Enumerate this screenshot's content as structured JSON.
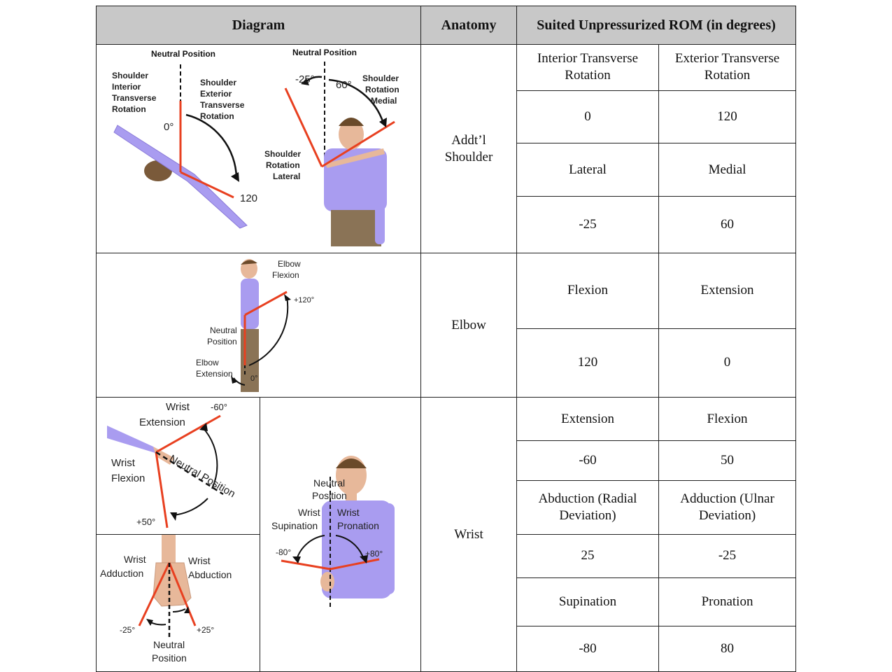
{
  "headers": {
    "diagram": "Diagram",
    "anatomy": "Anatomy",
    "rom": "Suited Unpressurized ROM (in degrees)"
  },
  "shoulder": {
    "anatomy": "Addt’l Shoulder",
    "rows": [
      [
        "Interior Transverse Rotation",
        "Exterior Transverse Rotation"
      ],
      [
        "0",
        "120"
      ],
      [
        "Lateral",
        "Medial"
      ],
      [
        "-25",
        "60"
      ]
    ],
    "diagram_left": {
      "neutral": "Neutral Position",
      "interior": [
        "Shoulder",
        "Interior",
        "Transverse",
        "Rotation"
      ],
      "exterior": [
        "Shoulder",
        "Exterior",
        "Transverse",
        "Rotation"
      ],
      "zero": "0°",
      "max": "120"
    },
    "diagram_right": {
      "neutral": "Neutral Position",
      "minus": "-25°",
      "plus": "60°",
      "medial": [
        "Shoulder",
        "Rotation",
        "Medial"
      ],
      "lateral": [
        "Shoulder",
        "Rotation",
        "Lateral"
      ]
    }
  },
  "elbow": {
    "anatomy": "Elbow",
    "rows": [
      [
        "Flexion",
        "Extension"
      ],
      [
        "120",
        "0"
      ]
    ],
    "diagram": {
      "flexion": [
        "Elbow",
        "Flexion"
      ],
      "plus": "+120°",
      "neutral": [
        "Neutral",
        "Position"
      ],
      "extension": [
        "Elbow",
        "Extension"
      ],
      "zero": "0°"
    }
  },
  "wrist": {
    "anatomy": "Wrist",
    "rows": [
      [
        "Extension",
        "Flexion"
      ],
      [
        "-60",
        "50"
      ],
      [
        "Abduction (Radial Deviation)",
        "Adduction (Ulnar Deviation)"
      ],
      [
        "25",
        "-25"
      ],
      [
        "Supination",
        "Pronation"
      ],
      [
        "-80",
        "80"
      ]
    ],
    "diagram_top": {
      "extension": [
        "Wrist",
        "Extension"
      ],
      "minus": "-60°",
      "flexion": [
        "Wrist",
        "Flexion"
      ],
      "neutral": "Neutral Position",
      "plus": "+50°"
    },
    "diagram_bottom": {
      "adduction": [
        "Wrist",
        "Adduction"
      ],
      "abduction": [
        "Wrist",
        "Abduction"
      ],
      "minus": "-25°",
      "plus": "+25°",
      "neutral": [
        "Neutral",
        "Position"
      ]
    },
    "diagram_right": {
      "neutral": [
        "Neutral",
        "Position"
      ],
      "supination": [
        "Wrist",
        "Supination"
      ],
      "pronation": [
        "Wrist",
        "Pronation"
      ],
      "minus": "-80°",
      "plus": "+80°"
    }
  }
}
